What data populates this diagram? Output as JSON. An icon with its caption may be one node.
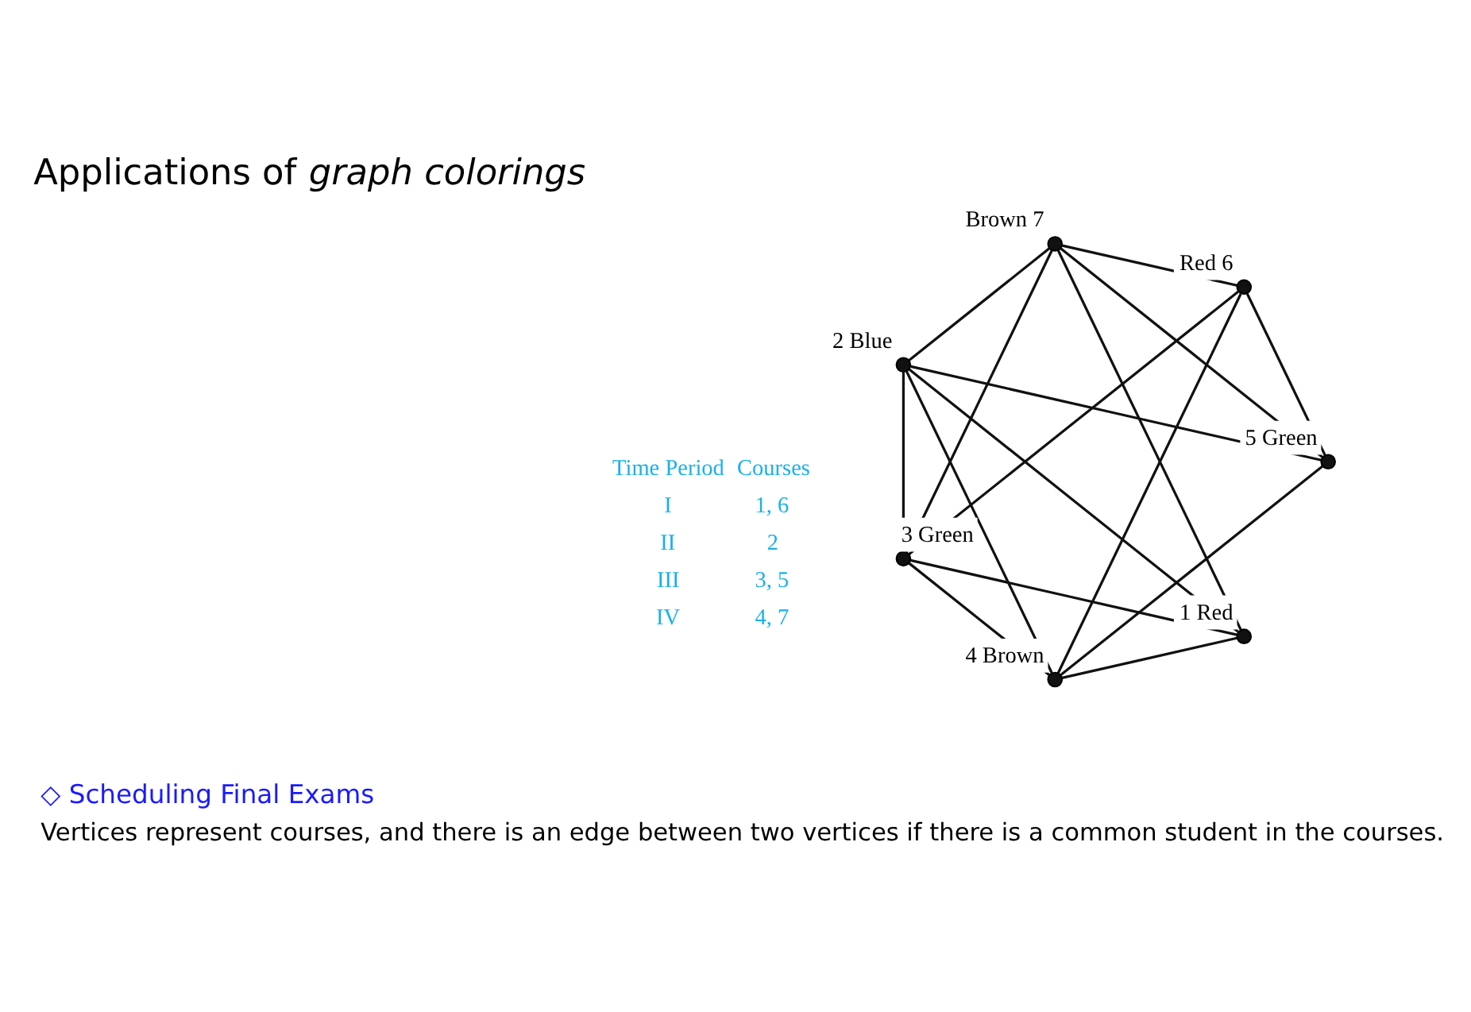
{
  "diagram": {
    "title": "Applications of *graph colorings*",
    "nodes": [
      {
        "text": [
          "1 Red"
        ]
      },
      {
        "text": [
          "2 Blue"
        ]
      },
      {
        "text": [
          "3 Green"
        ]
      },
      {
        "text": [
          "4 Brown"
        ]
      },
      {
        "text": [
          "5 Green"
        ]
      },
      {
        "text": [
          "Red 6"
        ]
      },
      {
        "text": [
          "Brown 7"
        ]
      }
    ],
    "edges": [
      {
        "from": 0,
        "to": 6,
        "arrow": "none"
      },
      {
        "from": 0,
        "to": 1,
        "arrow": "none"
      },
      {
        "from": 0,
        "to": 3,
        "arrow": "none"
      },
      {
        "from": 0,
        "to": 2,
        "arrow": "none"
      },
      {
        "from": 6,
        "to": 1,
        "arrow": "none"
      },
      {
        "from": 6,
        "to": 2,
        "arrow": "none"
      },
      {
        "from": 6,
        "to": 5,
        "arrow": "none"
      },
      {
        "from": 6,
        "to": 4,
        "arrow": "none"
      },
      {
        "from": 1,
        "to": 4,
        "arrow": "none"
      },
      {
        "from": 1,
        "to": 3,
        "arrow": "none"
      },
      {
        "from": 1,
        "to": 2,
        "arrow": "none"
      },
      {
        "from": 5,
        "to": 2,
        "arrow": "none"
      },
      {
        "from": 5,
        "to": 4,
        "arrow": "none"
      },
      {
        "from": 5,
        "to": 3,
        "arrow": "none"
      },
      {
        "from": 4,
        "to": 3,
        "arrow": "none"
      },
      {
        "from": 2,
        "to": 3,
        "arrow": "none"
      }
    ],
    "labels": [
      "◇",
      "Scheduling Final Exams",
      "Vertices represent courses, and there is an edge between two vertices if there is a common student in the courses.",
      "Time Period",
      "Courses",
      "I",
      "1, 6",
      "II",
      "2",
      "III",
      "3, 5",
      "IV",
      "4, 7"
    ]
  }
}
